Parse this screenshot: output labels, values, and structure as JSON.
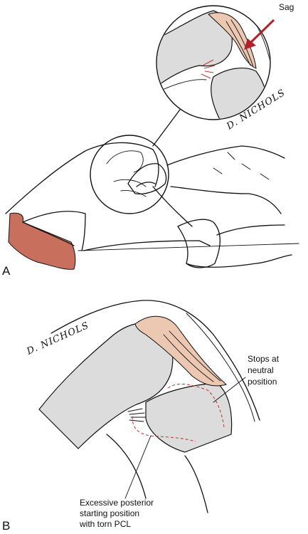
{
  "panels": {
    "a": {
      "letter": "A"
    },
    "b": {
      "letter": "B"
    }
  },
  "labels": {
    "sag": "Sag",
    "stops": [
      "Stops at",
      "neutral",
      "position"
    ],
    "excessive": [
      "Excessive posterior",
      "starting position",
      "with torn PCL"
    ]
  },
  "signatures": {
    "top": "D. NICHOLS",
    "bottom": "D. NICHOLS"
  },
  "colors": {
    "bone": "#dcdcdc",
    "ligament": "#ecc7b2",
    "cuff": "#c96f5e",
    "arrow": "#b3202a",
    "dashed_outline": "#d02a2a"
  },
  "icons": {
    "arrow": "red-arrow-icon"
  }
}
